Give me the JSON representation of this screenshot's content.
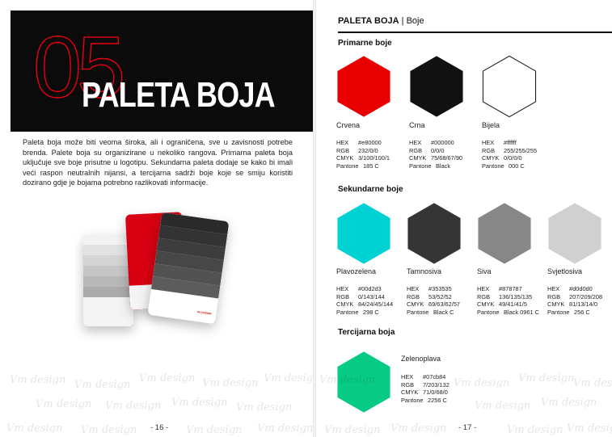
{
  "left_page": {
    "chapter_number": "05",
    "title": "PALETA BOJA",
    "intro": "Paleta boja može biti veoma široka, ali i ograničena, sve u zavisnosti potrebe brenda. Palete boja su organizirane u nekoliko rangova. Primarna paleta boja uključuje sve boje prisutne u logotipu. Sekundarna paleta dodaje se kako bi imali veći raspon neutralnih nijansi, a tercijarna sadrži boje koje se smiju koristiti dozirano gdje je bojama potrebno razlikovati informacije.",
    "page_number": "- 16 -"
  },
  "right_page": {
    "header_bold": "PALETA BOJA",
    "header_separator": " | ",
    "header_light": "Boje",
    "page_number": "- 17 -"
  },
  "spec_labels": {
    "hex": "HEX",
    "rgb": "RGB",
    "cmyk": "CMYK",
    "pantone": "Pantone"
  },
  "primary": {
    "title": "Primarne boje",
    "colors": [
      {
        "name": "Crvena",
        "swatch": "#e80000",
        "outline": false,
        "hex": "#e80000",
        "rgb": "232/0/0",
        "cmyk": "3/100/100/1",
        "pantone": "185 C"
      },
      {
        "name": "Crna",
        "swatch": "#111111",
        "outline": false,
        "hex": "#000000",
        "rgb": "0/0/0",
        "cmyk": "75/68/67/90",
        "pantone": "Black"
      },
      {
        "name": "Bijela",
        "swatch": "#ffffff",
        "outline": true,
        "hex": "#ffffff",
        "rgb": "255/255/255",
        "cmyk": "0/0/0/0",
        "pantone": "000 C"
      }
    ]
  },
  "secondary": {
    "title": "Sekundarne boje",
    "colors": [
      {
        "name": "Plavozelena",
        "swatch": "#00d2d3",
        "hex": "#00d2d3",
        "rgb": "0/143/144",
        "cmyk": "84/24/45/144",
        "pantone": "298 C"
      },
      {
        "name": "Tamnosiva",
        "swatch": "#353535",
        "hex": "#353535",
        "rgb": "53/52/52",
        "cmyk": "69/63/62/57",
        "pantone": "Black C"
      },
      {
        "name": "Siva",
        "swatch": "#878787",
        "hex": "#878787",
        "rgb": "136/135/135",
        "cmyk": "49/41/41/5",
        "pantone": "Black 0961 C"
      },
      {
        "name": "Svjetlosiva",
        "swatch": "#d0d0d0",
        "hex": "#d0d0d0",
        "rgb": "207/209/208",
        "cmyk": "81/13/14/0",
        "pantone": "256 C"
      }
    ]
  },
  "tertiary": {
    "title": "Tercijarna boja",
    "colors": [
      {
        "name": "Zelenoplava",
        "swatch": "#07cb84",
        "hex": "#07cb84",
        "rgb": "7/203/132",
        "cmyk": "71/0/68/0",
        "pantone": "2256 C"
      }
    ]
  },
  "mockup_brand": "Vm DESIGN",
  "watermark_text": "Vm design"
}
